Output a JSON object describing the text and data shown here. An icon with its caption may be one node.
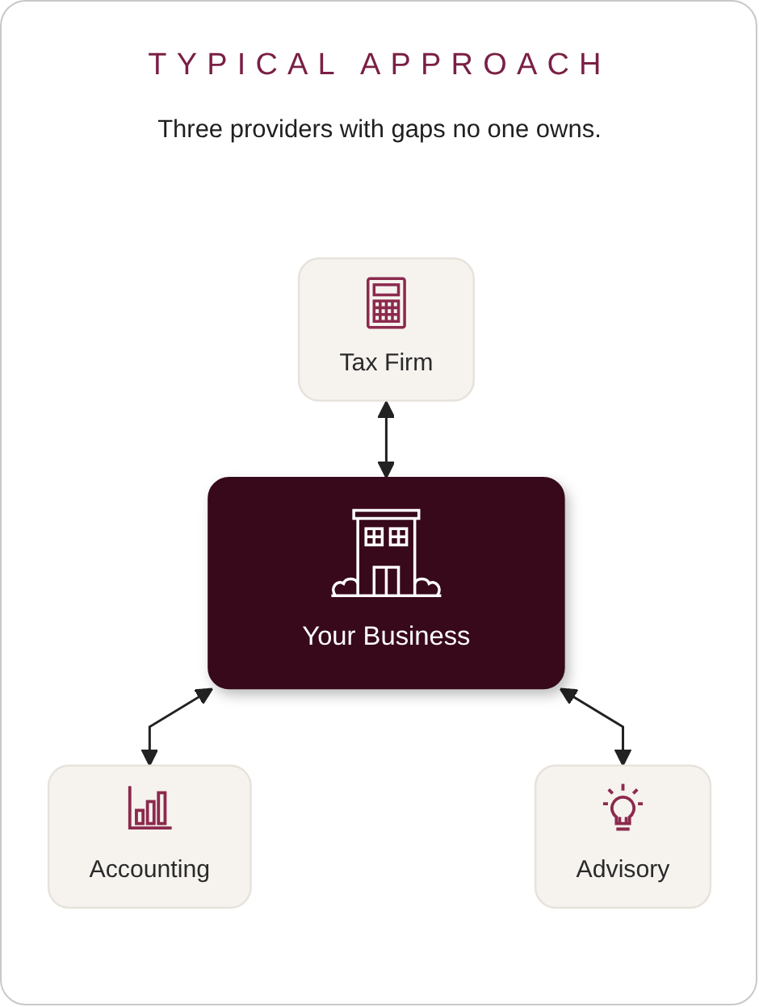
{
  "diagram": {
    "title": "TYPICAL APPROACH",
    "nodes": [
      {
        "text": [
          "Tax Firm"
        ]
      },
      {
        "text": [
          "Your Business"
        ]
      },
      {
        "text": [
          "Accounting"
        ]
      },
      {
        "text": [
          "Advisory"
        ]
      }
    ],
    "edges": [
      {
        "from": 0,
        "to": 1,
        "arrow": "both"
      },
      {
        "from": 1,
        "to": 2,
        "arrow": "both"
      },
      {
        "from": 1,
        "to": 3,
        "arrow": "both"
      }
    ],
    "labels": [
      "Three providers with gaps no one owns."
    ]
  }
}
